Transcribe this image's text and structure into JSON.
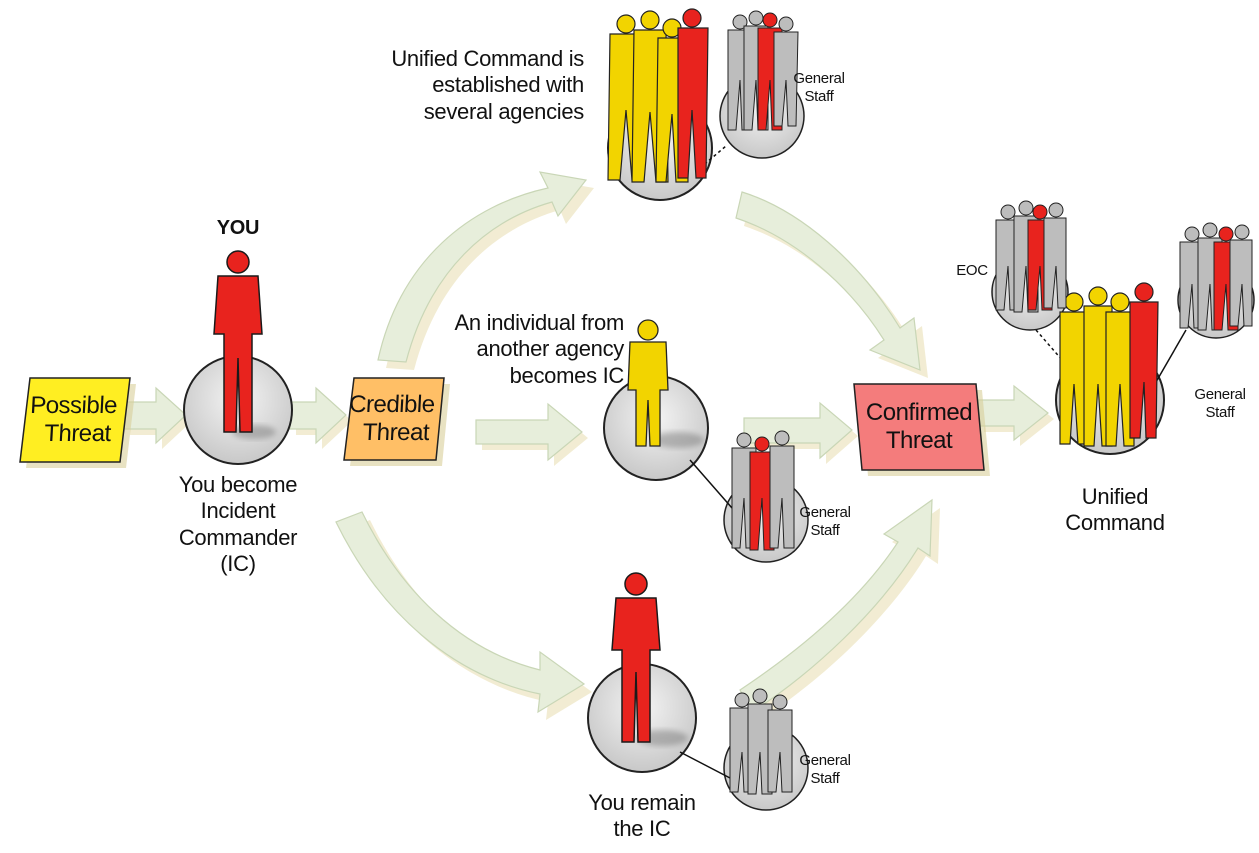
{
  "colors": {
    "possible_threat": "#ffee22",
    "credible_threat": "#ffbf66",
    "confirmed_threat": "#f47c7c",
    "person_red": "#e8231e",
    "person_yellow": "#f2d400",
    "person_gray": "#bdbdbd",
    "arrow_fill": "#e9efdc",
    "disc_fill": "#d6d6d6"
  },
  "boxes": {
    "possible": "Possible\nThreat",
    "credible": "Credible\nThreat",
    "confirmed": "Confirmed\nThreat"
  },
  "labels": {
    "you": "YOU",
    "you_become_ic": "You become\nIncident\nCommander\n(IC)",
    "unified_established": "Unified Command is\nestablished with\nseveral agencies",
    "individual_other_agency": "An individual from\nanother agency\nbecomes IC",
    "you_remain_ic": "You remain\nthe IC",
    "unified_command": "Unified\nCommand",
    "eoc": "EOC",
    "general_staff_top": "General\nStaff",
    "general_staff_mid": "General\nStaff",
    "general_staff_bottom": "General\nStaff",
    "general_staff_right": "General\nStaff"
  },
  "icons": {
    "person": "standing-person-icon",
    "group": "group-of-people-icon",
    "arrow": "flow-arrow-icon"
  }
}
